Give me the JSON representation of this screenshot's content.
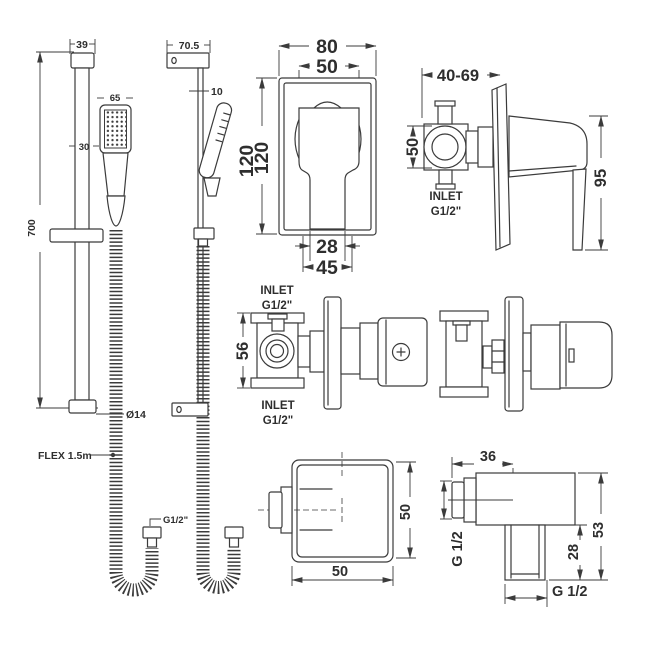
{
  "canvas": {
    "background": "#ffffff",
    "line_color": "#3b3b3b",
    "text_color": "#2e2e2e"
  },
  "figures": {
    "rail_front": {
      "bracket_width": "39",
      "rail_length": "700",
      "handset_width": "65",
      "handset_head": "30",
      "rail_diameter": "Ø14",
      "hose_label": "FLEX 1.5m",
      "hose_thread": "G1/2\""
    },
    "rail_side": {
      "bracket_depth": "70.5",
      "rail_depth": "10"
    },
    "valve_front": {
      "plate_width": "80",
      "handle_width": "50",
      "plate_height": "120",
      "plate_height_dup": "120",
      "handle_neck": "28",
      "handle_base": "45"
    },
    "valve_side": {
      "wall_depth_range": "40-69",
      "inlet_centre": "50",
      "inlet_line1": "INLET",
      "inlet_line2": "G1/2\"",
      "handle_drop": "95"
    },
    "valve_body": {
      "body_height": "56",
      "inlet_top_line1": "INLET",
      "inlet_top_line2": "G1/2\"",
      "inlet_bottom_line1": "INLET",
      "inlet_bottom_line2": "G1/2\""
    },
    "outlet_front": {
      "width": "50",
      "height": "50"
    },
    "outlet_side": {
      "depth": "36",
      "thread_side": "G 1/2",
      "spigot_height": "28",
      "height": "53",
      "thread_bottom": "G 1/2"
    }
  }
}
